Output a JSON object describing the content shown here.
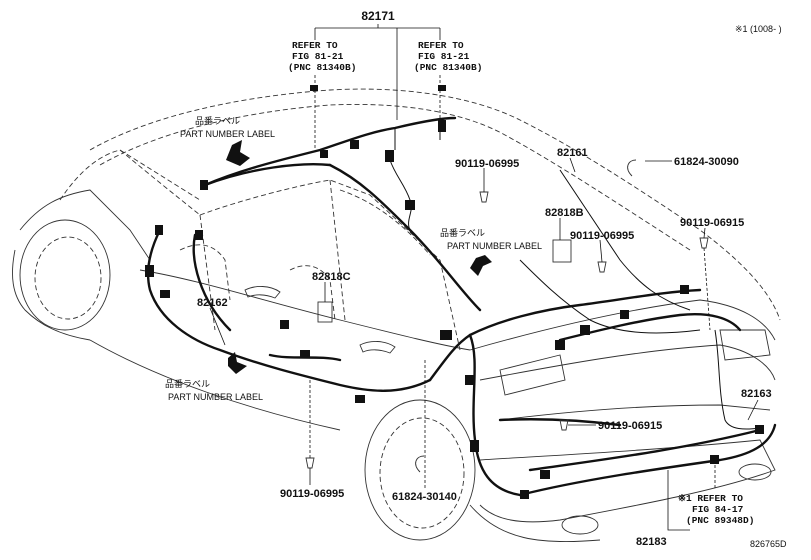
{
  "corner_note": "※1 (1008-     )",
  "drawing_code": "826765D",
  "part_numbers": {
    "top_harness": "82171",
    "p82161": "82161",
    "p82818b": "82818B",
    "p82818c": "82818C",
    "p82162": "82162",
    "p82163": "82163",
    "p82183": "82183",
    "clip_61824_30090": "61824-30090",
    "clip_61824_30140": "61824-30140",
    "bolt_a": "90119-06995",
    "bolt_b": "90119-06995",
    "bolt_c": "90119-06995",
    "bolt_d": "90119-06915",
    "bolt_e": "90119-06915"
  },
  "refer_left": {
    "line1": "REFER TO",
    "line2": "FIG 81-21",
    "line3": "(PNC 81340B)"
  },
  "refer_right": {
    "line1": "REFER TO",
    "line2": "FIG 81-21",
    "line3": "(PNC 81340B)"
  },
  "refer_bottom": {
    "line1": "※1 REFER TO",
    "line2": "FIG 84-17",
    "line3": "(PNC 89348D)"
  },
  "labels": {
    "pnl_top_jp": "品番ラベル",
    "pnl_top_en": "PART NUMBER LABEL",
    "pnl_mid_jp": "品番ラベル",
    "pnl_mid_en": "PART NUMBER LABEL",
    "pnl_left_jp": "品番ラベル",
    "pnl_left_en": "PART NUMBER LABEL"
  }
}
